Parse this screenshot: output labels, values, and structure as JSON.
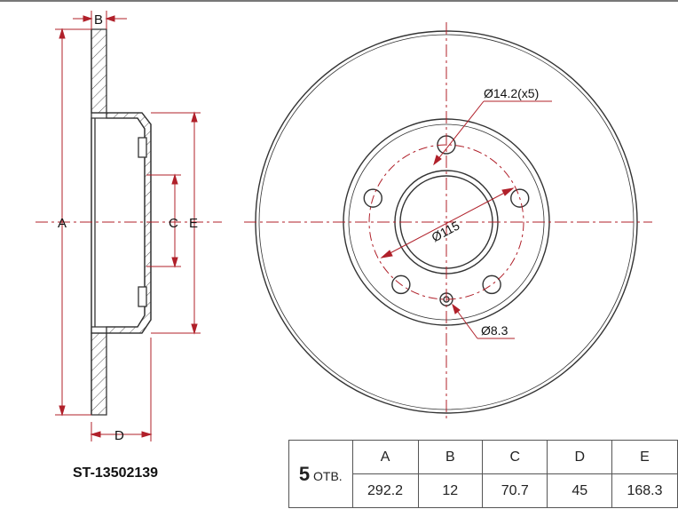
{
  "part_number": "ST-13502139",
  "labels": {
    "A": "A",
    "B": "B",
    "C": "C",
    "D": "D",
    "E": "E",
    "bolt_hole": "Ø14.2(x5)",
    "center_bore": "Ø115",
    "small_hole": "Ø8.3"
  },
  "table": {
    "holes_count": "5",
    "holes_label": "ОТВ.",
    "headers": [
      "A",
      "B",
      "C",
      "D",
      "E"
    ],
    "values": [
      "292.2",
      "12",
      "70.7",
      "45",
      "168.3"
    ]
  },
  "colors": {
    "dimension": "#b0202a",
    "line": "#333333"
  }
}
